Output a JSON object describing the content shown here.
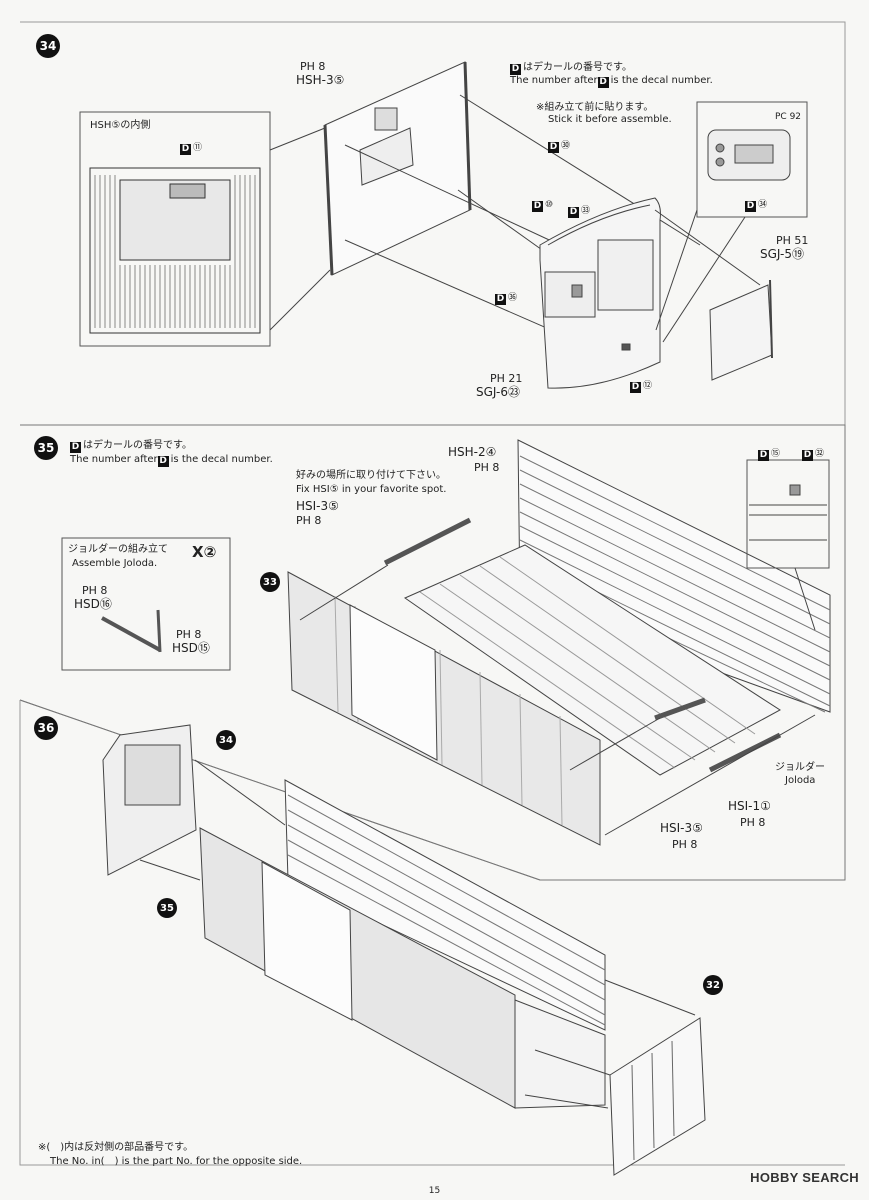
{
  "step34": {
    "number": "34",
    "decal_note_jp": "はデカールの番号です。",
    "decal_note_en_pre": "The number after",
    "decal_note_en_post": "is the decal number.",
    "stick_note_jp": "※組み立て前に貼ります。",
    "stick_note_en": "Stick it before assemble.",
    "inset_title": "HSH⑤の内側",
    "part_hsh3_sprue": "PH 8",
    "part_hsh3": "HSH-3⑤",
    "part_sgj5_sprue": "PH 51",
    "part_sgj5": "SGJ-5⑲",
    "part_sgj6_sprue": "PH 21",
    "part_sgj6": "SGJ-6㉓",
    "pc_label": "PC 92",
    "decals": [
      "⑪",
      "㉚",
      "⑩",
      "㉝",
      "㉞",
      "㊱",
      "⑫"
    ]
  },
  "step35": {
    "number": "35",
    "decal_note_jp": "はデカールの番号です。",
    "decal_note_en_pre": "The number after",
    "decal_note_en_post": "is the decal number.",
    "fav_note_jp": "好みの場所に取り付けて下さい。",
    "fav_note_en": "Fix HSI⑤ in your favorite spot.",
    "part_hsh2": "HSH-2④",
    "part_hsh2_sprue": "PH 8",
    "part_hsi3_top": "HSI-3⑤",
    "part_hsi3_top_sprue": "PH 8",
    "part_hsi1": "HSI-1①",
    "part_hsi1_sprue": "PH 8",
    "part_hsi3_bottom": "HSI-3⑤",
    "part_hsi3_bottom_sprue": "PH 8",
    "ref33": "33",
    "joloda_jp": "ジョルダー",
    "joloda_en": "Joloda",
    "inset_title_jp": "ジョルダーの組み立て",
    "inset_title_en": "Assemble Joloda.",
    "x_count": "X②",
    "part_hsd16_sprue": "PH 8",
    "part_hsd16": "HSD⑯",
    "part_hsd15_sprue": "PH 8",
    "part_hsd15": "HSD⑮",
    "decals": [
      "⑮",
      "㉜"
    ]
  },
  "step36": {
    "number": "36",
    "ref34": "34",
    "ref35": "35",
    "ref32": "32"
  },
  "footer": {
    "note_jp": "※(　)内は反対側の部品番号です。",
    "note_en": "The No. in(　) is the part No. for the opposite side.",
    "page_number": "15",
    "watermark": "HOBBY SEARCH"
  }
}
